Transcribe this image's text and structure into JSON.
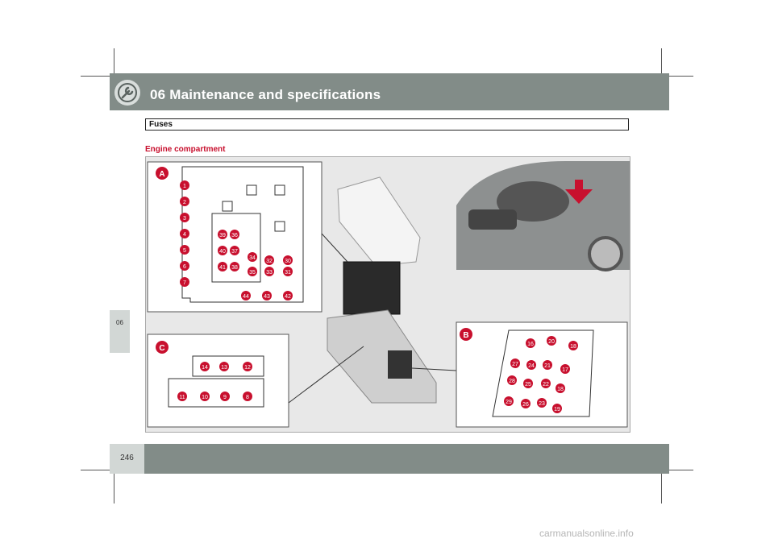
{
  "header": {
    "chapter_title": "06 Maintenance and specifications"
  },
  "sidebar": {
    "chapter_number": "06"
  },
  "section": {
    "label": "Fuses"
  },
  "subheading": "Engine compartment",
  "figure": {
    "panel_a": {
      "letter": "A",
      "fuses": [
        "1",
        "2",
        "3",
        "4",
        "5",
        "6",
        "7",
        "39",
        "36",
        "40",
        "37",
        "34",
        "32",
        "30",
        "41",
        "38",
        "35",
        "33",
        "31",
        "44",
        "43",
        "42"
      ]
    },
    "panel_b": {
      "letter": "B",
      "fuses": [
        "16",
        "20",
        "18",
        "27",
        "24",
        "21",
        "17",
        "28",
        "25",
        "22",
        "18",
        "29",
        "26",
        "23",
        "19"
      ]
    },
    "panel_c": {
      "letter": "C",
      "fuses": [
        "14",
        "13",
        "12",
        "11",
        "10",
        "9",
        "8"
      ]
    }
  },
  "footer": {
    "page_number": "246"
  },
  "watermark": "carmanualsonline.info",
  "colors": {
    "accent": "#c8102e",
    "band": "#828c88",
    "tab": "#d2d7d5"
  }
}
